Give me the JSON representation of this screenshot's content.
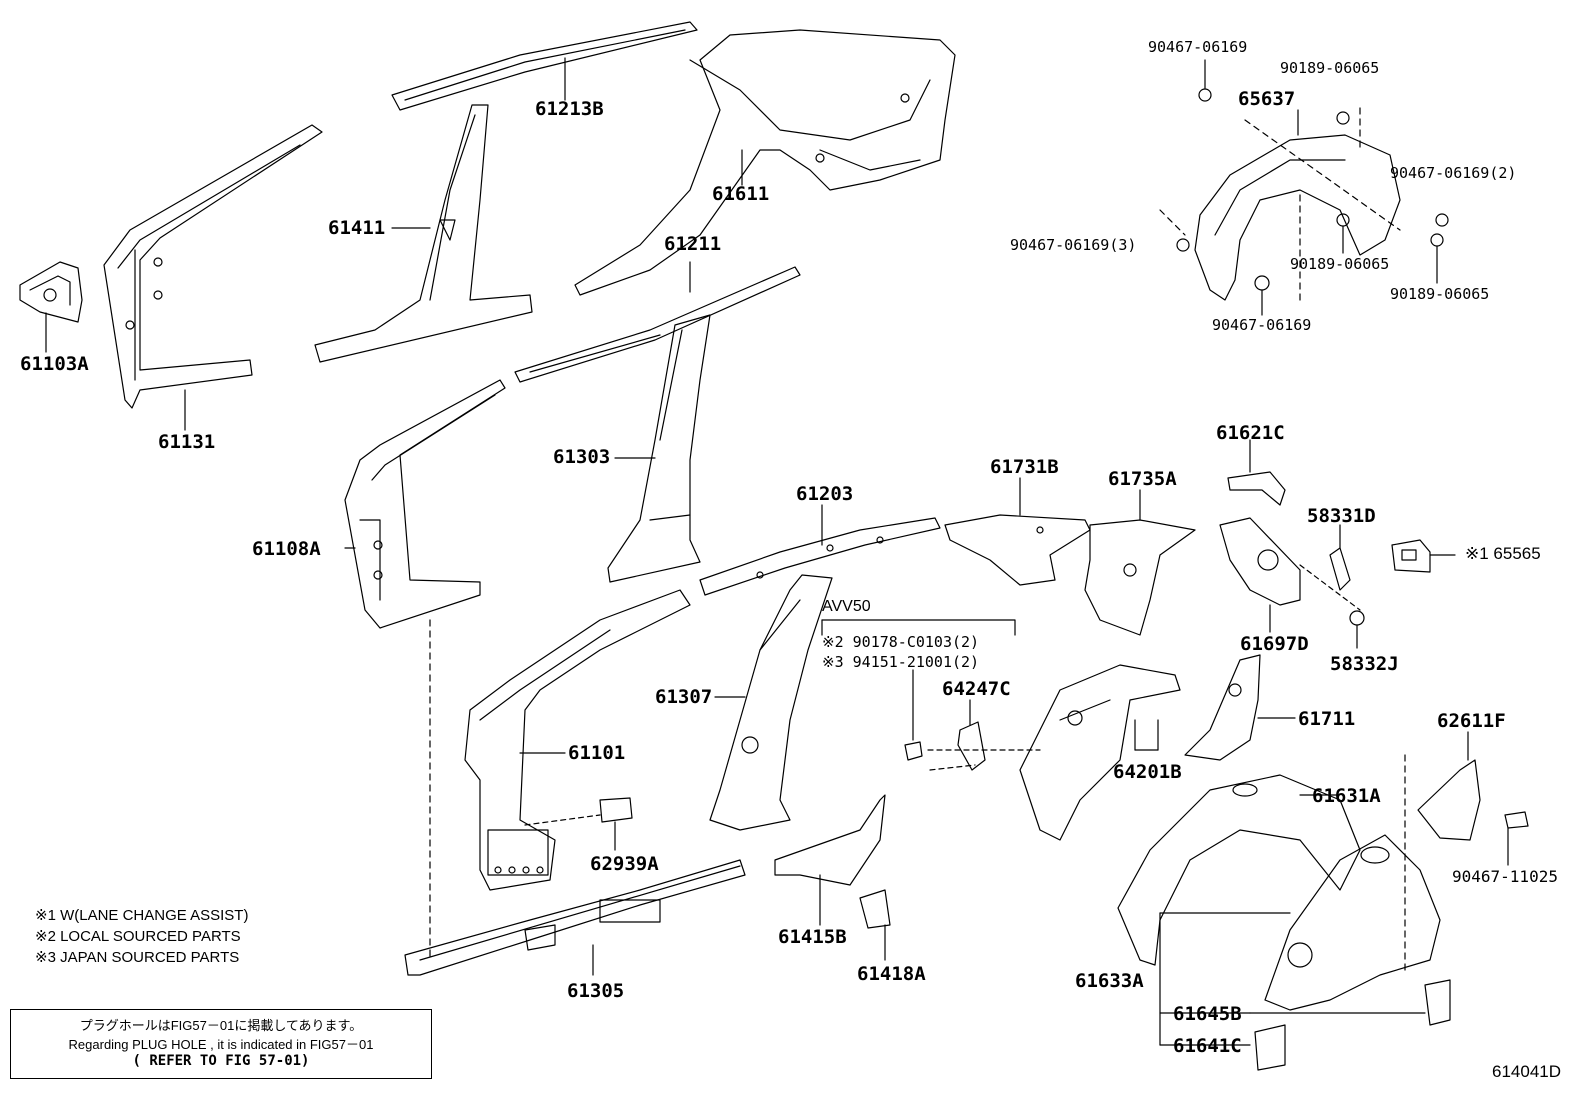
{
  "figure_code": "614041D",
  "group_tag": "AVV50",
  "legend": {
    "note1": "※1 W(LANE CHANGE ASSIST)",
    "note2": "※2 LOCAL SOURCED PARTS",
    "note3": "※3 JAPAN SOURCED PARTS"
  },
  "group_notes": {
    "n2": "※2 90178-C0103(2)",
    "n3": "※3 94151-21001(2)"
  },
  "refer_box": {
    "line1": "プラグホールはFIG57－01に掲載してあります。",
    "line2": "Regarding PLUG HOLE , it is indicated in FIG57－01",
    "line3": "( REFER TO FIG 57-01)"
  },
  "parts": {
    "p61213B": "61213B",
    "p61611": "61611",
    "p61411": "61411",
    "p61211": "61211",
    "p61103A": "61103A",
    "p61131": "61131",
    "p61303": "61303",
    "p61108A": "61108A",
    "p61203": "61203",
    "p61731B": "61731B",
    "p61735A": "61735A",
    "p61621C": "61621C",
    "p58331D": "58331D",
    "p65565": "※1 65565",
    "p61697D": "61697D",
    "p58332J": "58332J",
    "p61307": "61307",
    "p61101": "61101",
    "p64247C": "64247C",
    "p64201B": "64201B",
    "p61711": "61711",
    "p62611F": "62611F",
    "p61631A": "61631A",
    "p62939A": "62939A",
    "p61415B": "61415B",
    "p61418A": "61418A",
    "p90467_11025": "90467-11025",
    "p61305": "61305",
    "p61633A": "61633A",
    "p61645B": "61645B",
    "p61641C": "61641C",
    "p90467_06169_top": "90467-06169",
    "p90189_06065_top": "90189-06065",
    "p65637": "65637",
    "p90467_06169_2": "90467-06169(2)",
    "p90467_06169_3": "90467-06169(3)",
    "p90189_06065_mid": "90189-06065",
    "p90189_06065_right": "90189-06065",
    "p90467_06169_bottom": "90467-06169"
  }
}
